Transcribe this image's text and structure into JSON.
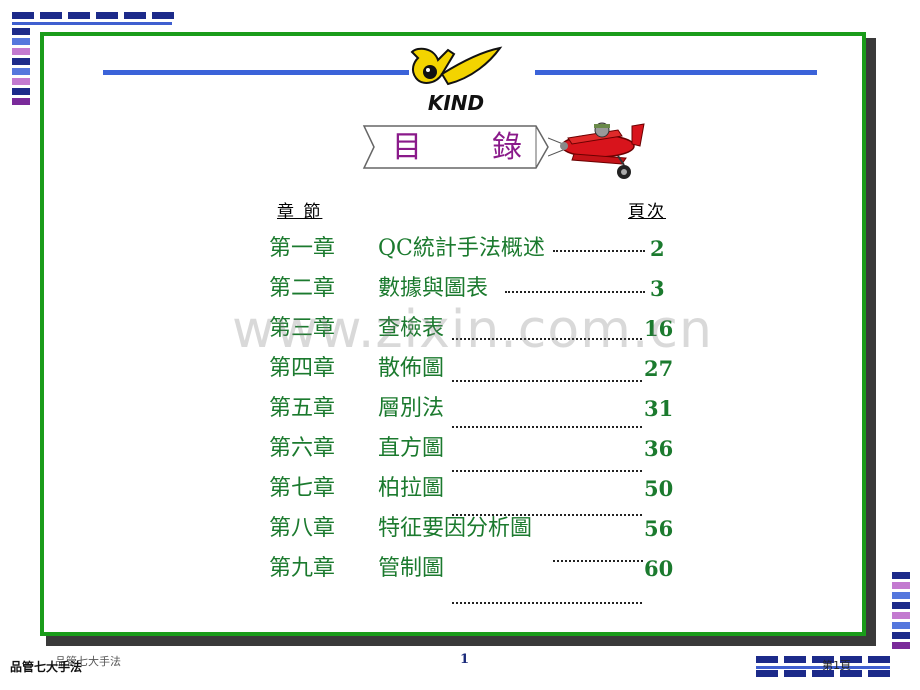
{
  "title": "目 錄",
  "title_chars": [
    "目",
    "錄"
  ],
  "logo_text": "KIND",
  "header": {
    "chapter": "章 節",
    "page": "頁次"
  },
  "toc": [
    {
      "chapter": "第一章",
      "title": "QC統計手法概述",
      "page": "2"
    },
    {
      "chapter": "第二章",
      "title": "數據與圖表",
      "page": "3"
    },
    {
      "chapter": "第三章",
      "title": "查檢表",
      "page": "16"
    },
    {
      "chapter": "第四章",
      "title": "散佈圖",
      "page": "27"
    },
    {
      "chapter": "第五章",
      "title": "層別法",
      "page": "31"
    },
    {
      "chapter": "第六章",
      "title": "直方圖",
      "page": "36"
    },
    {
      "chapter": "第七章",
      "title": "柏拉圖",
      "page": "50"
    },
    {
      "chapter": "第八章",
      "title": "特征要因分析圖",
      "page": "56"
    },
    {
      "chapter": "第九章",
      "title": "管制圖",
      "page": "60"
    }
  ],
  "watermark": "www.zixin.com.cn",
  "footer": {
    "left": "品管七大手法",
    "left_shadow": "品管七大手法",
    "page_number": "1",
    "right": "第1頁"
  },
  "colors": {
    "frame_green": "#1a9c1a",
    "line_blue": "#3b63d9",
    "toc_green": "#1b7a2e",
    "title_purple": "#8a1a8a"
  }
}
